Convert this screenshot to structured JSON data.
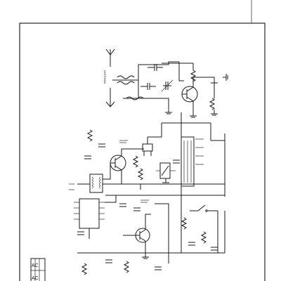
{
  "schematic": {
    "antenna_label": "ANTENNA",
    "title_block": [
      "AC",
      "AC"
    ]
  }
}
